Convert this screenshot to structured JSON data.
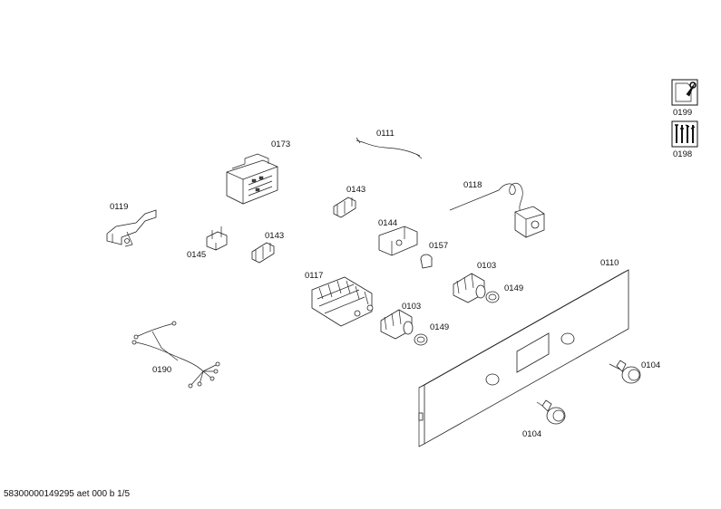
{
  "labels": {
    "p0173": "0173",
    "p0111": "0111",
    "p0119": "0119",
    "p0145": "0145",
    "p0143a": "0143",
    "p0143b": "0143",
    "p0144": "0144",
    "p0157": "0157",
    "p0118": "0118",
    "p0117": "0117",
    "p0103a": "0103",
    "p0103b": "0103",
    "p0149a": "0149",
    "p0149b": "0149",
    "p0110": "0110",
    "p0190": "0190",
    "p0104a": "0104",
    "p0104b": "0104",
    "p0199": "0199",
    "p0198": "0198"
  },
  "footer": "58300000149295 aet 000 b 1/5",
  "icons": {
    "service_manual": "wrench-document-icon",
    "tools": "tools-icon"
  }
}
